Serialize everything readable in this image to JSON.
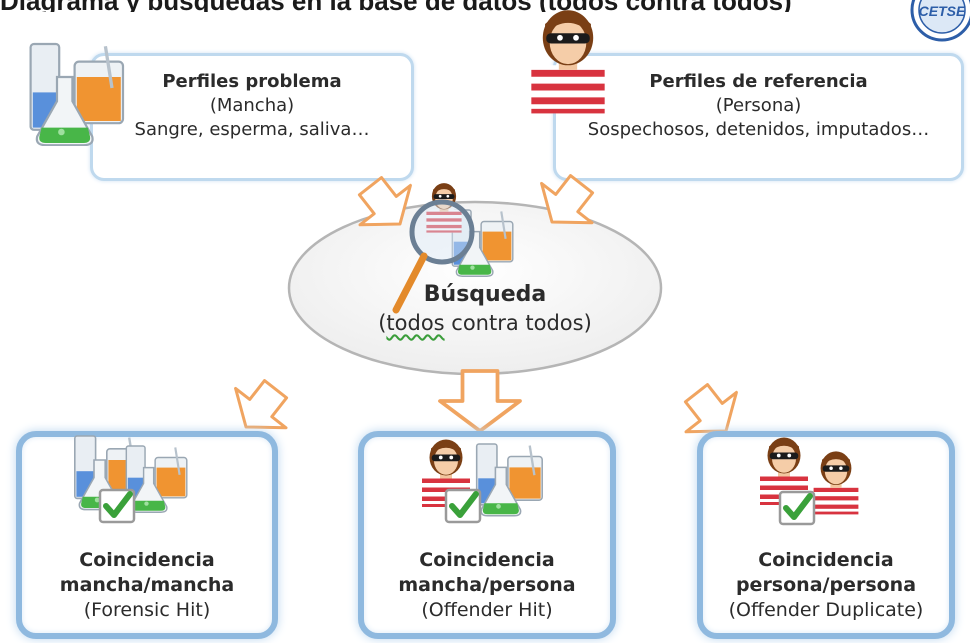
{
  "header": {
    "title": "Diagrama y búsquedas en la base de datos (todos contra todos)",
    "logo_text": "CETSE"
  },
  "sources": {
    "problem": {
      "title": "Perfiles problema",
      "subtitle": "(Mancha)",
      "examples": "Sangre, esperma, saliva…"
    },
    "reference": {
      "title": "Perfiles de referencia",
      "subtitle": "(Persona)",
      "examples": "Sospechosos, detenidos, imputados…"
    }
  },
  "search": {
    "title": "Búsqueda",
    "open_paren": "(",
    "subtitle_word": "todos",
    "subtitle_rest": " contra todos)"
  },
  "results": [
    {
      "line1": "Coincidencia",
      "line2": "mancha/mancha",
      "line3": "(Forensic Hit)"
    },
    {
      "line1": "Coincidencia",
      "line2": "mancha/persona",
      "line3": "(Offender Hit)"
    },
    {
      "line1": "Coincidencia",
      "line2": "persona/persona",
      "line3": "(Offender Duplicate)"
    }
  ],
  "colors": {
    "arrow_stroke": "#f0a460",
    "box_border": "#bfd9ee",
    "result_border": "#8fb9df",
    "check_green": "#3aa13a",
    "shirt_red": "#d8333f",
    "liquid_orange": "#f08a1c",
    "liquid_green": "#48b648",
    "liquid_blue": "#3f7fd6"
  }
}
